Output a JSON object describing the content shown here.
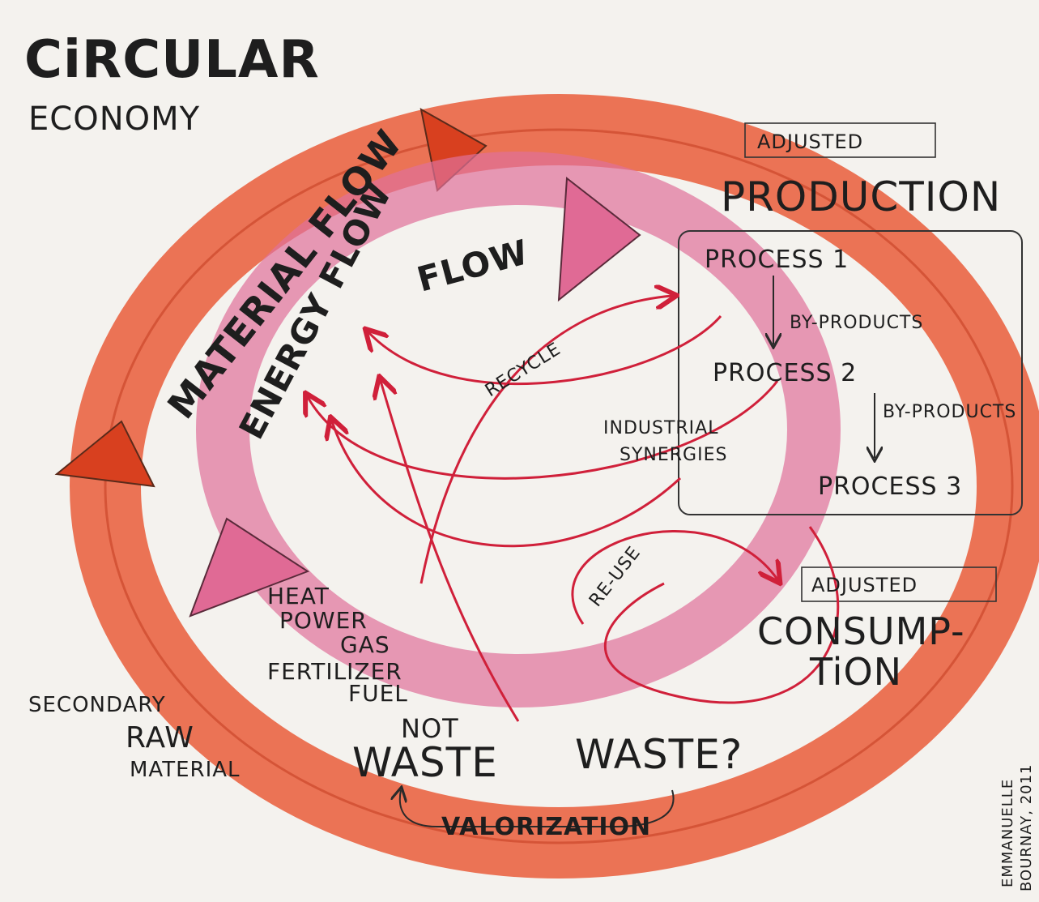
{
  "title": {
    "line1": "CiRCULAR",
    "line2": "ECONOMY"
  },
  "production": {
    "qualifier": "ADJUSTED",
    "label": "PRODUCTION",
    "processes": [
      "PROCESS 1",
      "PROCESS 2",
      "PROCESS 3"
    ],
    "byproducts": [
      "BY-PRODUCTS",
      "BY-PRODUCTS"
    ]
  },
  "consumption": {
    "qualifier": "ADJUSTED",
    "label_line1": "CONSUMP-",
    "label_line2": "TiON"
  },
  "flows": {
    "material": "MATERIAL FLOW",
    "energy": "ENERGY FLOW",
    "recycle": "RECYCLE",
    "reuse": "RE-USE",
    "industrial_synergies_line1": "INDUSTRIAL",
    "industrial_synergies_line2": "SYNERGIES"
  },
  "outputs": {
    "heat": "HEAT",
    "power": "POWER",
    "gas": "GAS",
    "fertilizer": "FERTILIZER",
    "fuel": "FUEL"
  },
  "bottom": {
    "secondary_line1": "SECONDARY",
    "secondary_line2": "RAW",
    "secondary_line3": "MATERIAL",
    "not_waste_line1": "NOT",
    "not_waste_line2": "WASTE",
    "waste": "WASTE?",
    "valorization": "VALORIZATION"
  },
  "signature": {
    "name_line1": "EMMANUELLE",
    "name_line2": "BOURNAY, 2011"
  },
  "colors": {
    "paper": "#f4f2ee",
    "material_flow": "#e8502a",
    "energy_flow": "#e0709a",
    "arrow_line": "#d0203a",
    "ink": "#1e1e1e"
  }
}
